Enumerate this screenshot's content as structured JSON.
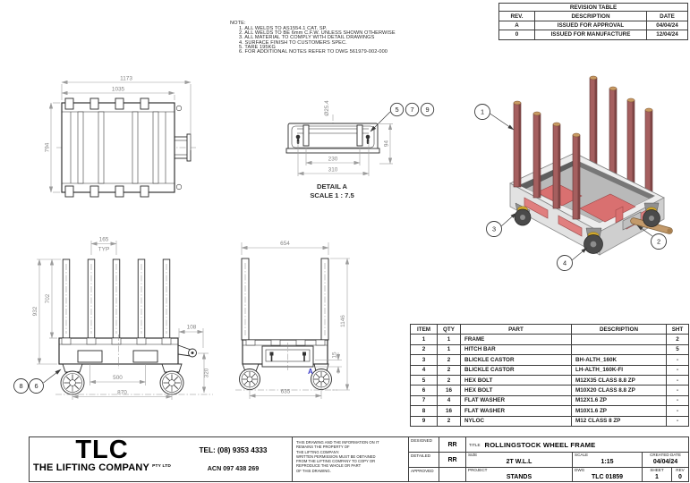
{
  "notes": {
    "title": "NOTE:",
    "items": [
      "1. ALL WELDS TO AS1554.1 CAT. SP.",
      "2. ALL WELDS TO BE 6mm C.F.W. UNLESS SHOWN OTHERWISE",
      "3. ALL MATERIAL TO COMPLY WITH DETAIL DRAWINGS",
      "4. SURFACE FINISH TO CUSTOMERS SPEC.",
      "5. TARE 195KG",
      "6. FOR ADDITIONAL NOTES REFER TO DWG 561979-002-000"
    ]
  },
  "revision_table": {
    "title": "REVISION TABLE",
    "headers": [
      "REV.",
      "DESCRIPTION",
      "DATE"
    ],
    "rows": [
      {
        "rev": "A",
        "description": "ISSUED FOR APPROVAL",
        "date": "04/04/24"
      },
      {
        "rev": "0",
        "description": "ISSUED FOR MANUFACTURE",
        "date": "12/04/24"
      }
    ]
  },
  "parts_table": {
    "headers": [
      "ITEM",
      "QTY",
      "PART",
      "DESCRIPTION",
      "SHT"
    ],
    "rows": [
      {
        "item": "1",
        "qty": "1",
        "part": "FRAME",
        "description": "",
        "sht": "2"
      },
      {
        "item": "2",
        "qty": "1",
        "part": "HITCH BAR",
        "description": "",
        "sht": "5"
      },
      {
        "item": "3",
        "qty": "2",
        "part": "BLICKLE CASTOR",
        "description": "BH-ALTH_160K",
        "sht": "-"
      },
      {
        "item": "4",
        "qty": "2",
        "part": "BLICKLE CASTOR",
        "description": "LH-ALTH_160K-FI",
        "sht": "-"
      },
      {
        "item": "5",
        "qty": "2",
        "part": "HEX BOLT",
        "description": "M12X35 CLASS 8.8 ZP",
        "sht": "-"
      },
      {
        "item": "6",
        "qty": "16",
        "part": "HEX BOLT",
        "description": "M10X20 CLASS 8.8 ZP",
        "sht": "-"
      },
      {
        "item": "7",
        "qty": "4",
        "part": "FLAT WASHER",
        "description": "M12X1.6 ZP",
        "sht": "-"
      },
      {
        "item": "8",
        "qty": "16",
        "part": "FLAT WASHER",
        "description": "M10X1.6 ZP",
        "sht": "-"
      },
      {
        "item": "9",
        "qty": "2",
        "part": "NYLOC",
        "description": "M12 CLASS 8 ZP",
        "sht": "-"
      }
    ]
  },
  "views": {
    "plan": {
      "dim_overall_width": "1173",
      "dim_inner_width": "1035",
      "dim_depth": "794"
    },
    "detail_a": {
      "dim_diameter": "Ø25.4",
      "dim_inner": "230",
      "dim_outer": "310",
      "dim_height": "94",
      "balloon_5": "5",
      "balloon_7": "7",
      "balloon_9": "9",
      "caption": "DETAIL A",
      "scale": "SCALE 1 : 7.5"
    },
    "iso": {
      "balloon_1": "1",
      "balloon_2": "2",
      "balloon_3": "3",
      "balloon_4": "4"
    },
    "front": {
      "dim_post_spacing": "165",
      "typ": "TYP",
      "dim_post_height": "702",
      "dim_overall_height": "932",
      "dim_hitch_offset": "108",
      "dim_hitch_height": "320",
      "dim_pocket_spacing": "500",
      "dim_wheel_base": "870",
      "balloon_8": "8",
      "balloon_6": "6"
    },
    "side": {
      "dim_top_width": "654",
      "dim_overall_height": "1146",
      "dim_plate_gap": "15",
      "dim_wheel_base": "635",
      "detail_label": "A"
    }
  },
  "title_block": {
    "company_logo": "TLC",
    "company_name": "THE LIFTING COMPANY",
    "company_suffix": "PTY LTD",
    "tel": "TEL: (08) 9353 4333",
    "acn": "ACN 097 438 269",
    "disclaimer_lines": [
      "THIS DRAWING AND THE INFORMATION ON IT",
      "REMAINS THE PROPERTY OF",
      "THE LIFTING COMPANY.",
      "WRITTEN PERMISSION MUST BE OBTAINED",
      "FROM THE LIFTING COMPANY TO COPY OR",
      "REPRODUCE THE WHOLE OR PART",
      "OF THIS DRAWING."
    ],
    "designed_label": "DESIGNED",
    "designed_value": "RR",
    "detailed_label": "DETAILED",
    "detailed_value": "RR",
    "approved_label": "APPROVED",
    "approved_value": "",
    "title_label": "TITLE",
    "title_value": "ROLLINGSTOCK WHEEL FRAME",
    "size_label": "SIZE",
    "size_value": "2T W.L.L",
    "scale_label": "SCALE",
    "scale_value": "1:15",
    "created_label": "CREATED DATE",
    "created_value": "04/04/24",
    "project_label": "PROJECT",
    "project_value": "STANDS",
    "dwg_label": "DWG",
    "dwg_value": "TLC 01859",
    "sheet_label": "SHEET",
    "sheet_value": "1",
    "rev_label": "REV",
    "rev_value": "0"
  },
  "colors": {
    "post_red": "#a55f5f",
    "deck_red": "#d97070",
    "caster_yellow": "#d2a92c",
    "frame_gray": "#ededed",
    "line": "#2b2b2b",
    "dim_gray": "#838383",
    "detail_letter_blue": "#3a3ac8"
  }
}
